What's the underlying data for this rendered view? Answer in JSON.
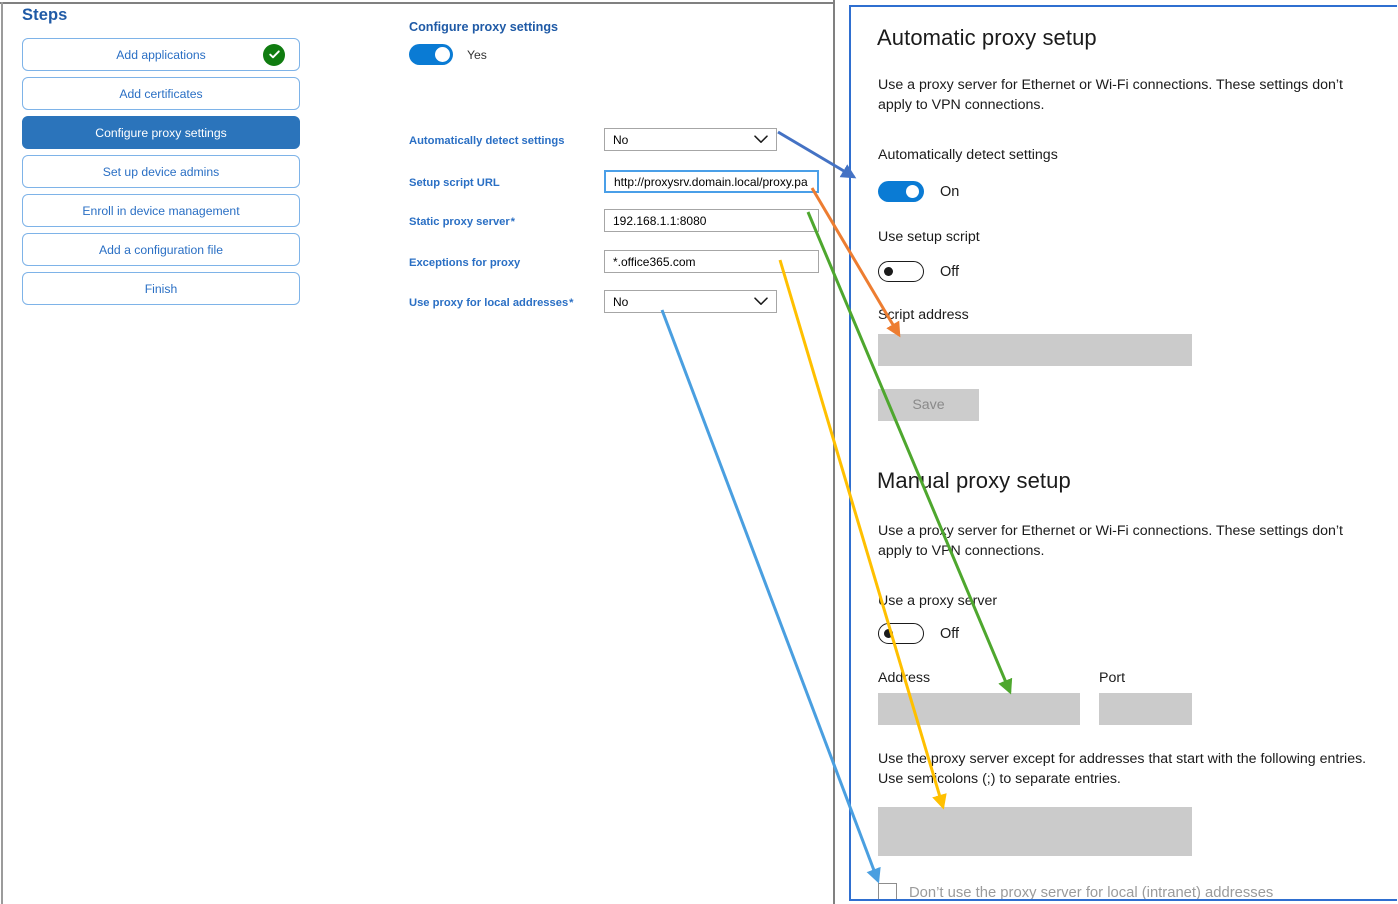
{
  "steps_panel": {
    "title": "Steps",
    "items": [
      {
        "label": "Add applications",
        "state": "complete",
        "icon": "check-circle-icon"
      },
      {
        "label": "Add certificates",
        "state": "default"
      },
      {
        "label": "Configure proxy settings",
        "state": "active"
      },
      {
        "label": "Set up device admins",
        "state": "default"
      },
      {
        "label": "Enroll in device management",
        "state": "default"
      },
      {
        "label": "Add a configuration file",
        "state": "default"
      },
      {
        "label": "Finish",
        "state": "default"
      }
    ]
  },
  "form": {
    "title": "Configure proxy settings",
    "master_toggle": {
      "value": "Yes",
      "state": "on"
    },
    "fields": [
      {
        "label": "Automatically detect settings",
        "required": false,
        "type": "select",
        "value": "No",
        "focused": false
      },
      {
        "label": "Setup script URL",
        "required": false,
        "type": "text",
        "value": "http://proxysrv.domain.local/proxy.pa",
        "focused": true
      },
      {
        "label": "Static proxy server",
        "required": true,
        "type": "text",
        "value": "192.168.1.1:8080",
        "focused": false
      },
      {
        "label": "Exceptions for proxy",
        "required": false,
        "type": "text",
        "value": "*.office365.com",
        "focused": false
      },
      {
        "label": "Use proxy for local addresses",
        "required": true,
        "type": "select",
        "value": "No",
        "focused": false
      }
    ]
  },
  "windows_settings": {
    "automatic": {
      "heading": "Automatic proxy setup",
      "description": "Use a proxy server for Ethernet or Wi-Fi connections. These settings don’t apply to VPN connections.",
      "auto_detect_label": "Automatically detect settings",
      "auto_detect_state": "On",
      "use_script_label": "Use setup script",
      "use_script_state": "Off",
      "script_address_label": "Script address",
      "script_address_value": "",
      "save_label": "Save"
    },
    "manual": {
      "heading": "Manual proxy setup",
      "description": "Use a proxy server for Ethernet or Wi-Fi connections. These settings don’t apply to VPN connections.",
      "use_proxy_label": "Use a proxy server",
      "use_proxy_state": "Off",
      "address_label": "Address",
      "address_value": "",
      "port_label": "Port",
      "port_value": "",
      "exceptions_description": "Use the proxy server except for addresses that start with the following entries. Use semicolons (;) to separate entries.",
      "exceptions_value": "",
      "bypass_local_label": "Don’t use the proxy server for local (intranet) addresses",
      "bypass_local_checked": false
    }
  },
  "annotations": {
    "arrows": [
      {
        "name": "arrow-auto-detect",
        "color": "#4472C4",
        "from_label": "Automatically detect settings (form)",
        "to_label": "Automatically detect settings toggle (Windows)"
      },
      {
        "name": "arrow-setup-script-url",
        "color": "#ED7D31",
        "from_label": "Setup script URL (form)",
        "to_label": "Script address box (Windows)"
      },
      {
        "name": "arrow-static-proxy-server",
        "color": "#4EA72E",
        "from_label": "Static proxy server (form)",
        "to_label": "Address box (Windows)"
      },
      {
        "name": "arrow-exceptions-for-proxy",
        "color": "#FFC000",
        "from_label": "Exceptions for proxy (form)",
        "to_label": "Exceptions box (Windows)"
      },
      {
        "name": "arrow-use-proxy-local",
        "color": "#4A9FE0",
        "from_label": "Use proxy for local addresses (form)",
        "to_label": "Don’t use the proxy server for local (intranet) addresses checkbox"
      }
    ]
  },
  "colors": {
    "accent_blue": "#2b74bb",
    "link_blue": "#2a6fc4",
    "toggle_on": "#0a7bd4",
    "success_green": "#107c10",
    "pane_border": "#2f6fd0",
    "field_gray": "#cbcbcb"
  }
}
